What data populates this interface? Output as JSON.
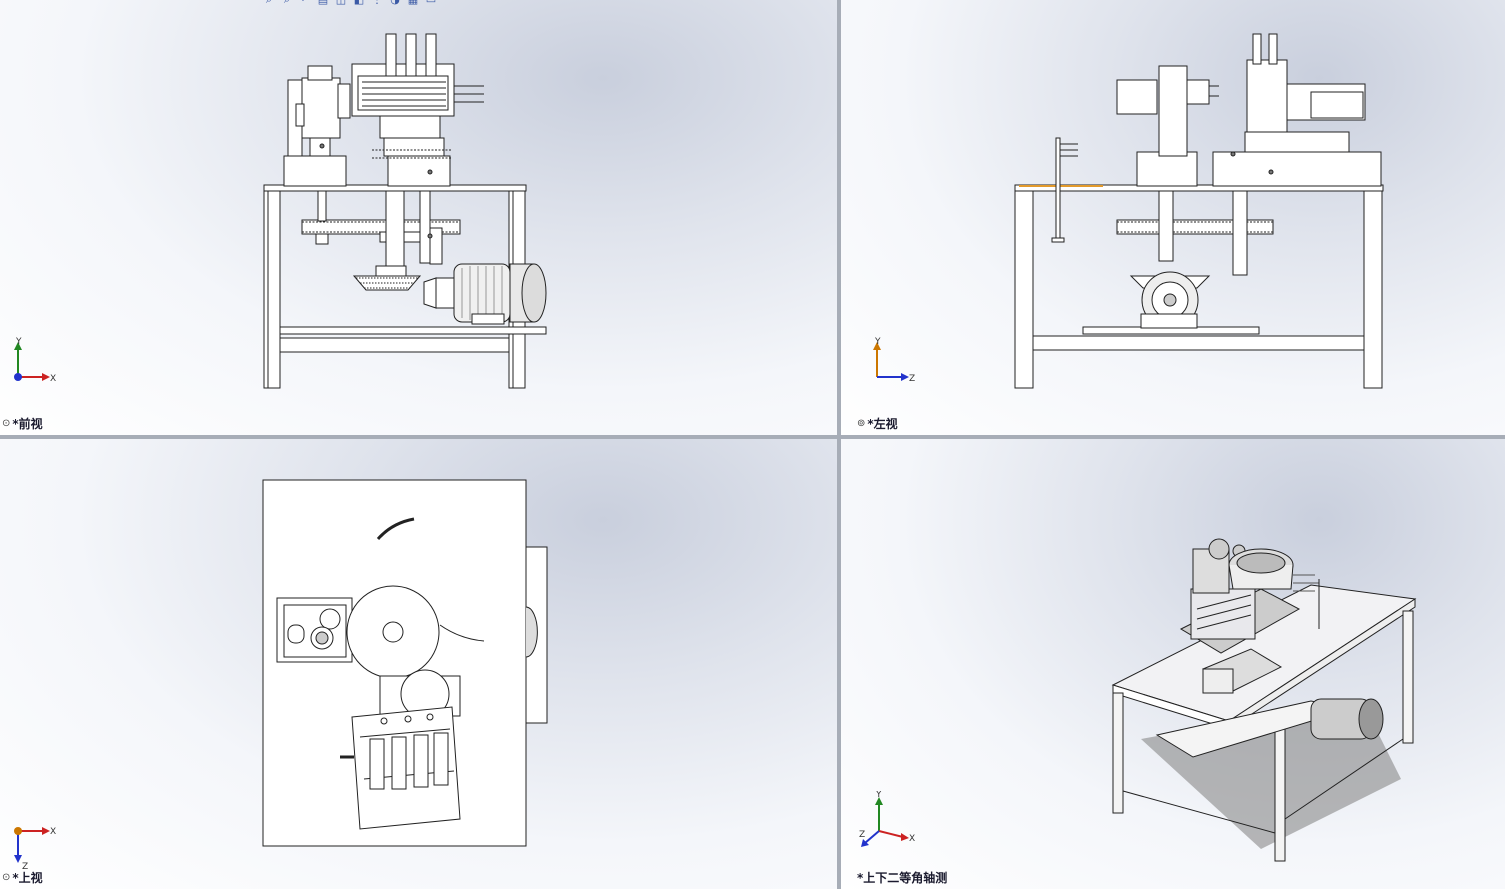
{
  "viewports": {
    "front": {
      "label": "*前视",
      "icon": "⊙"
    },
    "left": {
      "label": "*左视",
      "icon": "⊚"
    },
    "top": {
      "label": "*上视",
      "icon": "⊙"
    },
    "iso": {
      "label": "*上下二等角轴测",
      "icon": ""
    }
  },
  "triad": {
    "front": {
      "a1": "Y",
      "a2": "X"
    },
    "left": {
      "a1": "Y",
      "a2": "Z"
    },
    "top": {
      "a1": "Z",
      "a2": "X"
    },
    "iso": {
      "a1": "Y",
      "a2": "X",
      "a3": "Z"
    }
  },
  "heads_up_toolbar": [
    "zoom-to-fit-icon",
    "zoom-area-icon",
    "previous-view-icon",
    "section-view-icon",
    "view-orientation-icon",
    "display-style-icon",
    "hide-show-icon",
    "edit-appearance-icon",
    "apply-scene-icon",
    "view-settings-icon"
  ],
  "colors": {
    "axis_x": "#cc2222",
    "axis_y": "#228822",
    "axis_z": "#2233cc",
    "axis_origin": "#cc7700",
    "line": "#222222"
  }
}
